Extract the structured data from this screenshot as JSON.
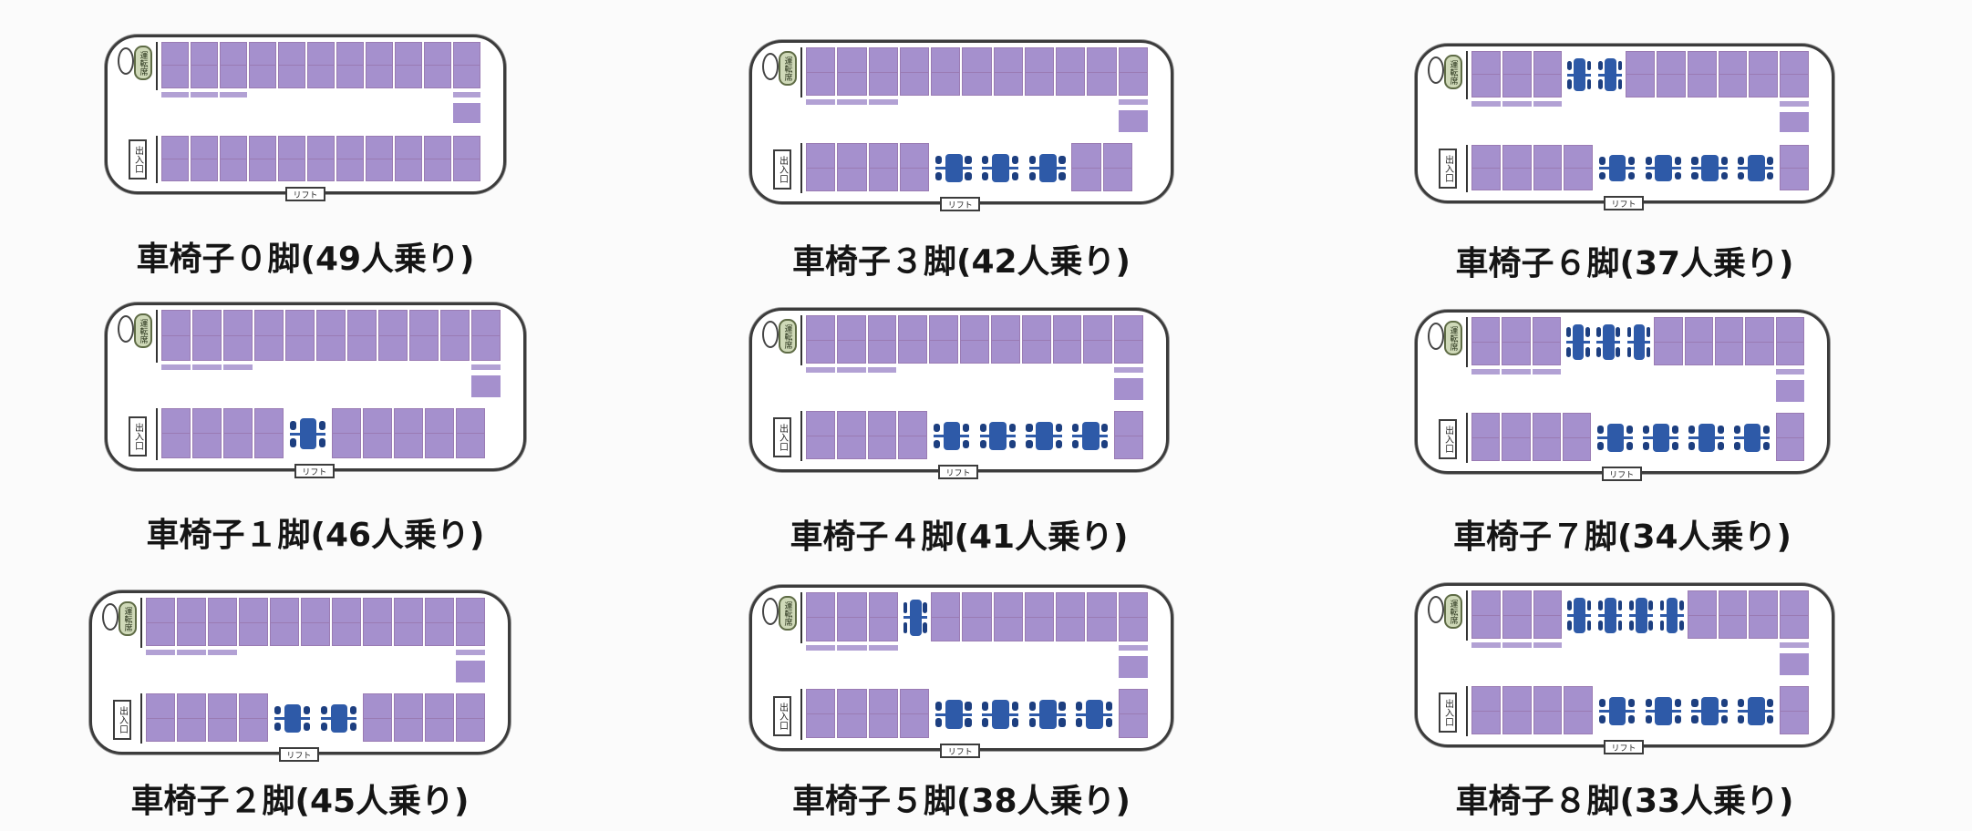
{
  "labels": {
    "driver": "運転席",
    "entrance": "出入口",
    "lift": "リフト"
  },
  "colors": {
    "seat": "#a590cd",
    "seat_line": "#9a7bb3",
    "armrest": "#a590cd",
    "wheelchair": "#2e5aa8",
    "driver_tag": "#cfd9b8",
    "bus_outline": "#3c3c3c"
  },
  "icons": {
    "seat": "seat-icon",
    "wheelchair": "wheelchair-icon",
    "driver": "driver-seat-icon",
    "entrance": "entrance-door-icon",
    "lift": "lift-icon",
    "mirror": "mirror-icon"
  },
  "layouts": [
    {
      "caption": "車椅子０脚(49人乗り)",
      "wheelchairs": 0,
      "passengers": 49,
      "upper_wheelchair_seats": 0,
      "lower_wheelchair_seats": 0
    },
    {
      "caption": "車椅子３脚(42人乗り)",
      "wheelchairs": 3,
      "passengers": 42,
      "upper_wheelchair_seats": 0,
      "lower_wheelchair_seats": 3
    },
    {
      "caption": "車椅子６脚(37人乗り)",
      "wheelchairs": 6,
      "passengers": 37,
      "upper_wheelchair_seats": 2,
      "lower_wheelchair_seats": 4
    },
    {
      "caption": "車椅子１脚(46人乗り)",
      "wheelchairs": 1,
      "passengers": 46,
      "upper_wheelchair_seats": 0,
      "lower_wheelchair_seats": 1
    },
    {
      "caption": "車椅子４脚(41人乗り)",
      "wheelchairs": 4,
      "passengers": 41,
      "upper_wheelchair_seats": 0,
      "lower_wheelchair_seats": 4
    },
    {
      "caption": "車椅子７脚(34人乗り)",
      "wheelchairs": 7,
      "passengers": 34,
      "upper_wheelchair_seats": 3,
      "lower_wheelchair_seats": 4
    },
    {
      "caption": "車椅子２脚(45人乗り)",
      "wheelchairs": 2,
      "passengers": 45,
      "upper_wheelchair_seats": 0,
      "lower_wheelchair_seats": 2
    },
    {
      "caption": "車椅子５脚(38人乗り)",
      "wheelchairs": 5,
      "passengers": 38,
      "upper_wheelchair_seats": 1,
      "lower_wheelchair_seats": 4
    },
    {
      "caption": "車椅子８脚(33人乗り)",
      "wheelchairs": 8,
      "passengers": 33,
      "upper_wheelchair_seats": 4,
      "lower_wheelchair_seats": 4
    }
  ]
}
